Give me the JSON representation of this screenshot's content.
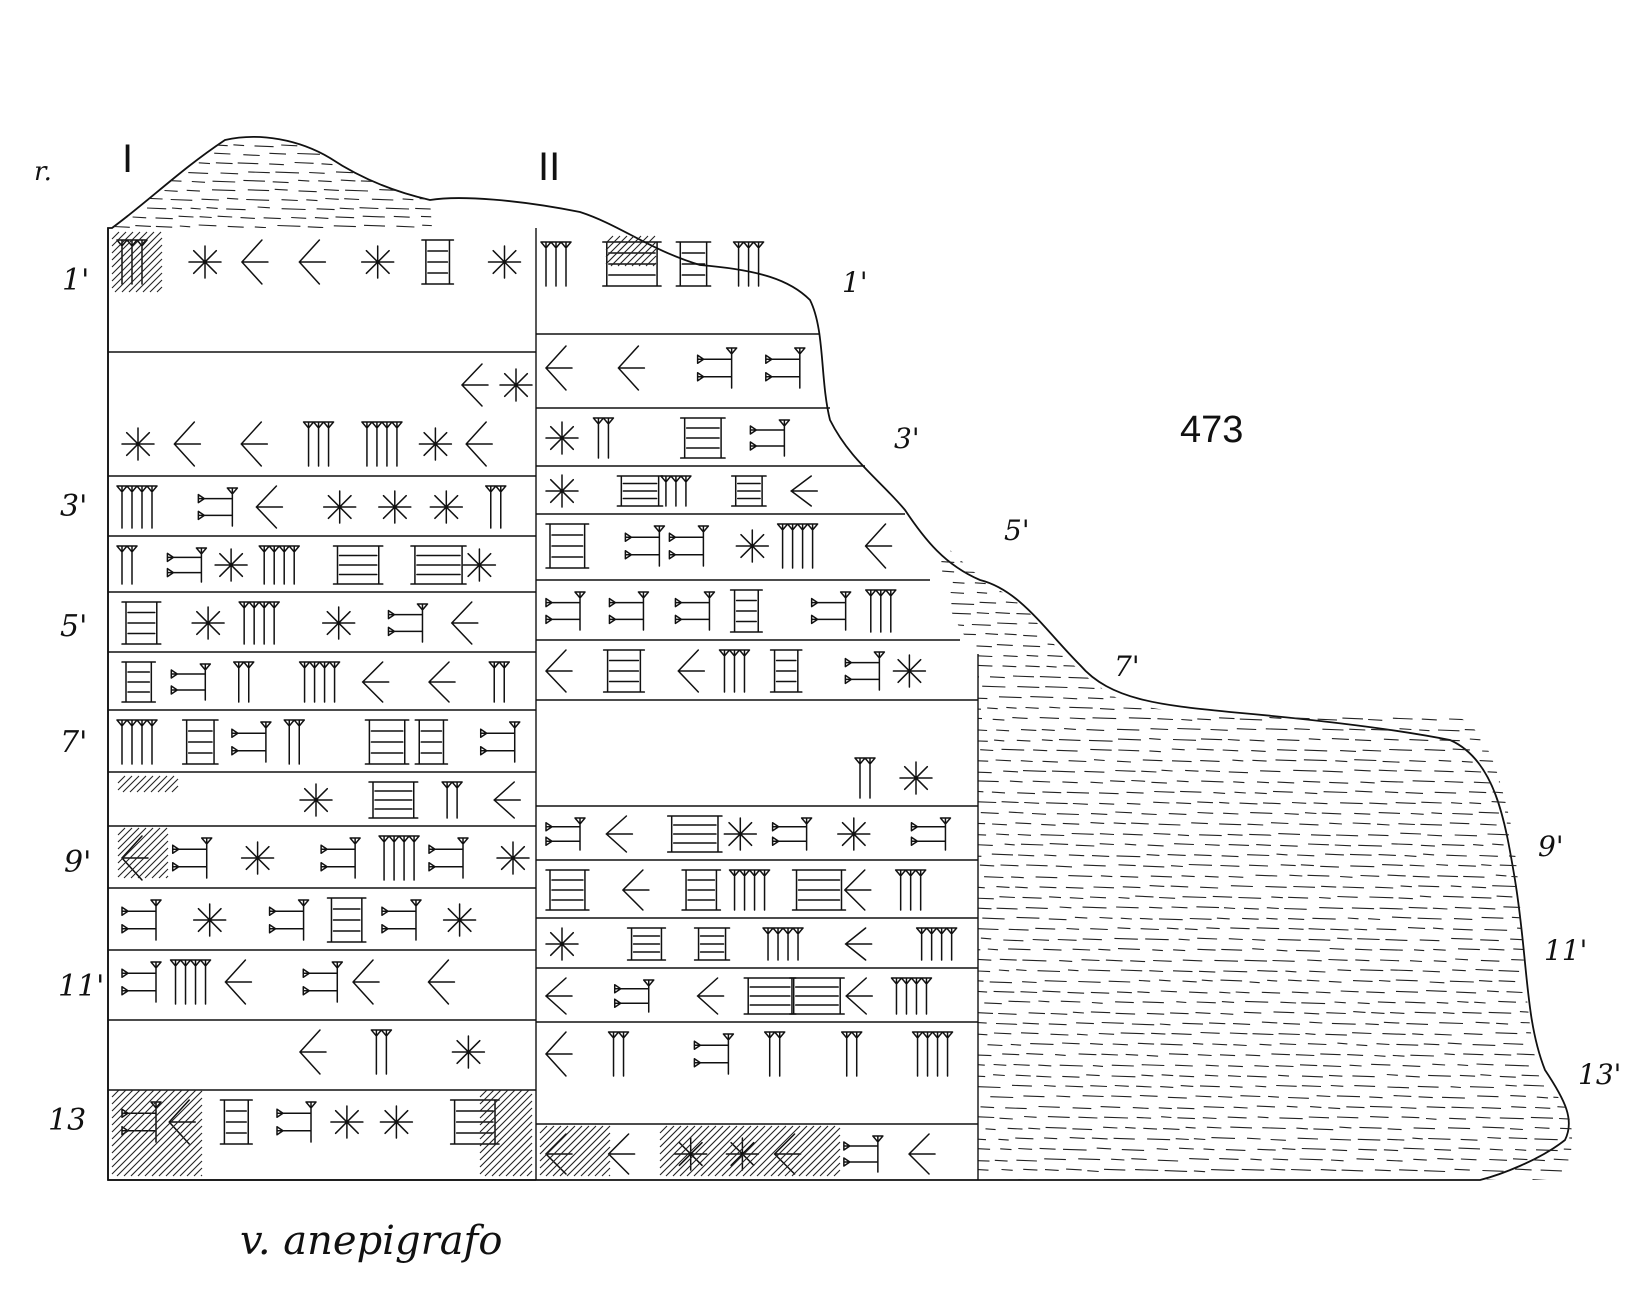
{
  "document": {
    "catalog_number": "473",
    "side_label": "r.",
    "reverse_note": "v. anepigrafo",
    "columns": [
      {
        "label": "I",
        "line_labels": [
          "1'",
          "3'",
          "5'",
          "7'",
          "9'",
          "11'",
          "13"
        ]
      },
      {
        "label": "II",
        "line_labels": [
          "1'",
          "3'",
          "5'",
          "7'",
          "9'",
          "11'",
          "13'"
        ]
      }
    ]
  }
}
